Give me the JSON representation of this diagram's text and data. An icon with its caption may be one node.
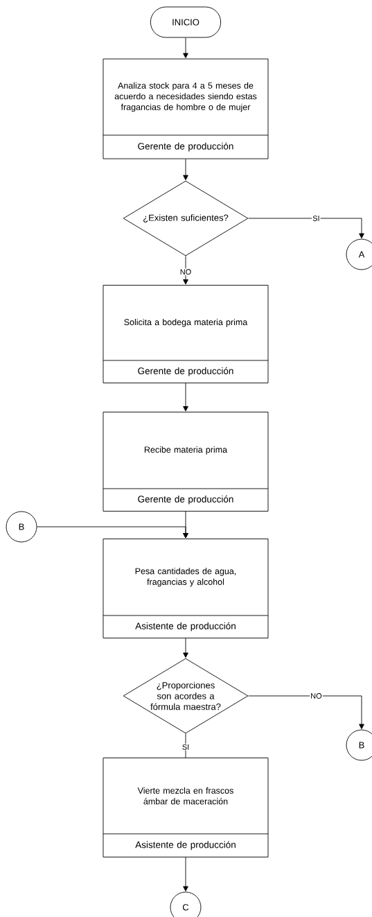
{
  "diagram": {
    "nodes": [
      {
        "text": [
          "INICIO"
        ]
      },
      {
        "text": [
          "Analiza stock para 4 a 5 meses de acuerdo a necesidades siendo estas fragancias de hombre o de mujer",
          "Gerente de producción"
        ]
      },
      {
        "text": [
          "¿Existen suficientes?"
        ]
      },
      {
        "text": [
          "A"
        ]
      },
      {
        "text": [
          "Solicita a bodega materia prima",
          "Gerente de producción"
        ]
      },
      {
        "text": [
          "Recibe materia prima",
          "Gerente de producción"
        ]
      },
      {
        "text": [
          "B"
        ]
      },
      {
        "text": [
          "Pesa cantidades de agua, fragancias y alcohol",
          "Asistente de producción"
        ]
      },
      {
        "text": [
          "¿Proporciones son acordes a fórmula maestra?"
        ]
      },
      {
        "text": [
          "B"
        ]
      },
      {
        "text": [
          "Vierte mezcla en frascos ámbar de maceración",
          "Asistente de producción"
        ]
      },
      {
        "text": [
          "C"
        ]
      }
    ],
    "edges": [
      {
        "from": 0,
        "to": 1,
        "arrow": "to"
      },
      {
        "from": 1,
        "to": 2,
        "arrow": "to"
      },
      {
        "from": 2,
        "to": 3,
        "arrow": "to",
        "label": "SI"
      },
      {
        "from": 2,
        "to": 4,
        "arrow": "to",
        "label": "NO"
      },
      {
        "from": 4,
        "to": 5,
        "arrow": "to"
      },
      {
        "from": 5,
        "to": 7,
        "arrow": "to"
      },
      {
        "from": 6,
        "to": 7,
        "arrow": "to"
      },
      {
        "from": 7,
        "to": 8,
        "arrow": "to"
      },
      {
        "from": 8,
        "to": 9,
        "arrow": "to",
        "label": "NO"
      },
      {
        "from": 8,
        "to": 10,
        "arrow": "none",
        "label": "SI"
      },
      {
        "from": 10,
        "to": 11,
        "arrow": "to"
      }
    ]
  }
}
